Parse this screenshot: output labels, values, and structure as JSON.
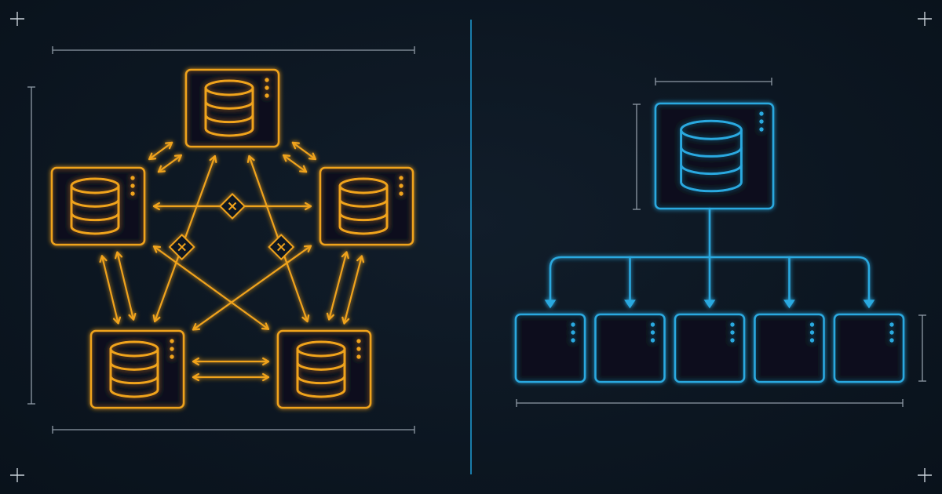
{
  "colors": {
    "background": "#0c1621",
    "accent_left": "#f0a31c",
    "accent_right": "#2aa9e0",
    "guides": "#8f9aa6",
    "divider": "#1d8fc4"
  },
  "left_panel": {
    "layout": "mesh",
    "nodes": [
      {
        "id": "top",
        "icon": "database-icon"
      },
      {
        "id": "upper-left",
        "icon": "database-icon"
      },
      {
        "id": "upper-right",
        "icon": "database-icon"
      },
      {
        "id": "lower-left",
        "icon": "database-icon"
      },
      {
        "id": "lower-right",
        "icon": "database-icon"
      }
    ],
    "links": [
      {
        "from": "top",
        "to": "upper-left",
        "style": "double"
      },
      {
        "from": "top",
        "to": "upper-right",
        "style": "double"
      },
      {
        "from": "upper-left",
        "to": "lower-left",
        "style": "double"
      },
      {
        "from": "upper-right",
        "to": "lower-right",
        "style": "double"
      },
      {
        "from": "lower-left",
        "to": "lower-right",
        "style": "double"
      },
      {
        "from": "upper-left",
        "to": "upper-right",
        "style": "single",
        "marker": "conflict-icon"
      },
      {
        "from": "top",
        "to": "lower-left",
        "style": "single",
        "marker": "conflict-icon"
      },
      {
        "from": "top",
        "to": "lower-right",
        "style": "single",
        "marker": "conflict-icon"
      },
      {
        "from": "upper-left",
        "to": "lower-right",
        "style": "single"
      },
      {
        "from": "upper-right",
        "to": "lower-left",
        "style": "single"
      }
    ]
  },
  "right_panel": {
    "layout": "hierarchy",
    "root": {
      "icon": "database-icon"
    },
    "children_count": 5
  }
}
